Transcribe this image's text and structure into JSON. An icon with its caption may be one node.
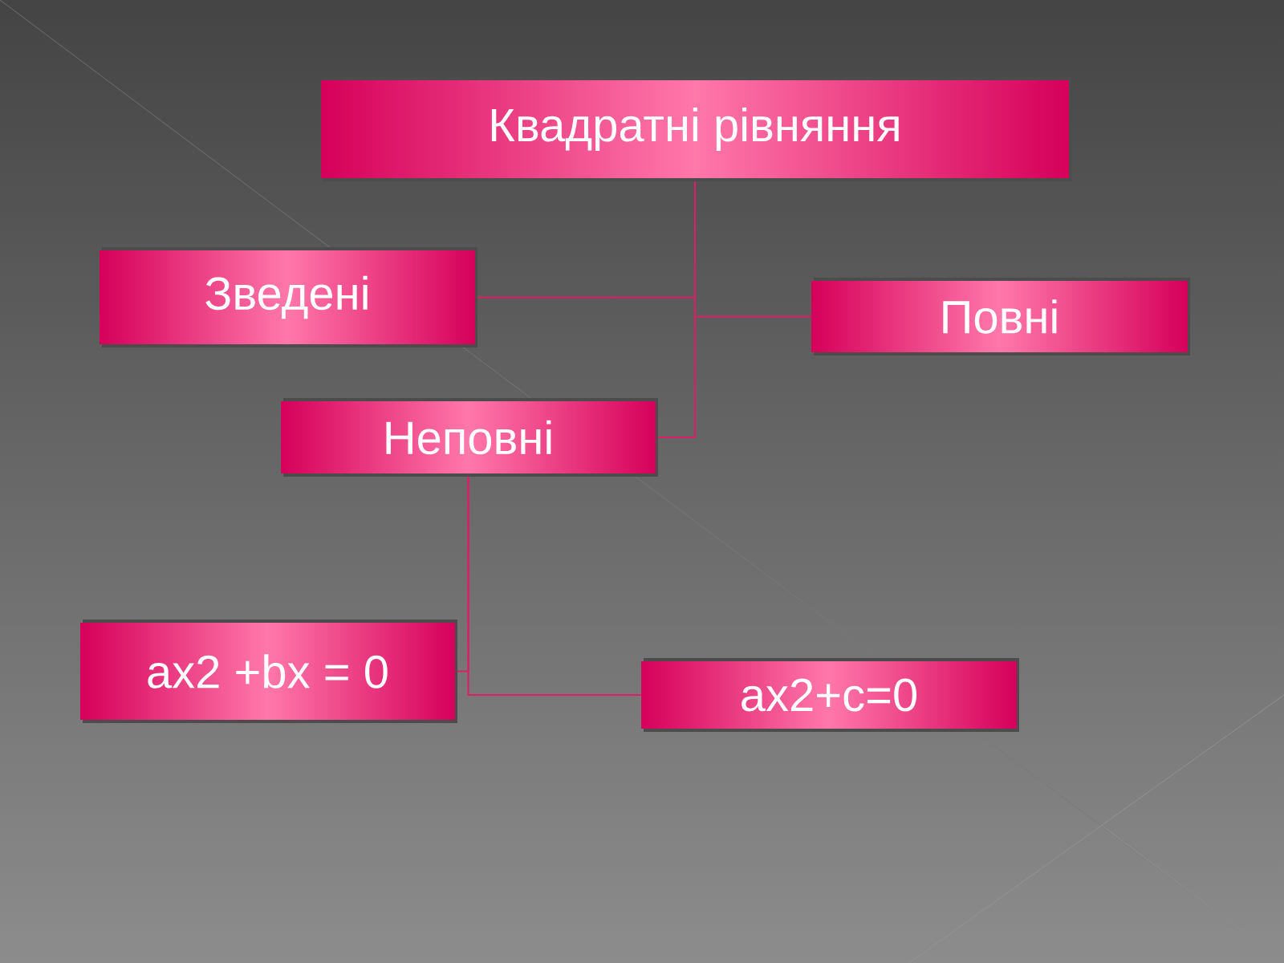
{
  "diagram": {
    "nodes": [
      {
        "text": [
          "Квадратні рівняння"
        ]
      },
      {
        "text": [
          "Зведені"
        ]
      },
      {
        "text": [
          "Повні"
        ]
      },
      {
        "text": [
          "Неповні"
        ]
      },
      {
        "text": [
          "ax2 +bx = 0"
        ]
      },
      {
        "text": [
          "ax2+c=0"
        ]
      }
    ],
    "edges": [
      {
        "from": 0,
        "to": 1,
        "arrow": "none"
      },
      {
        "from": 0,
        "to": 2,
        "arrow": "none"
      },
      {
        "from": 0,
        "to": 3,
        "arrow": "none"
      },
      {
        "from": 3,
        "to": 4,
        "arrow": "none"
      },
      {
        "from": 3,
        "to": 5,
        "arrow": "none"
      }
    ]
  }
}
